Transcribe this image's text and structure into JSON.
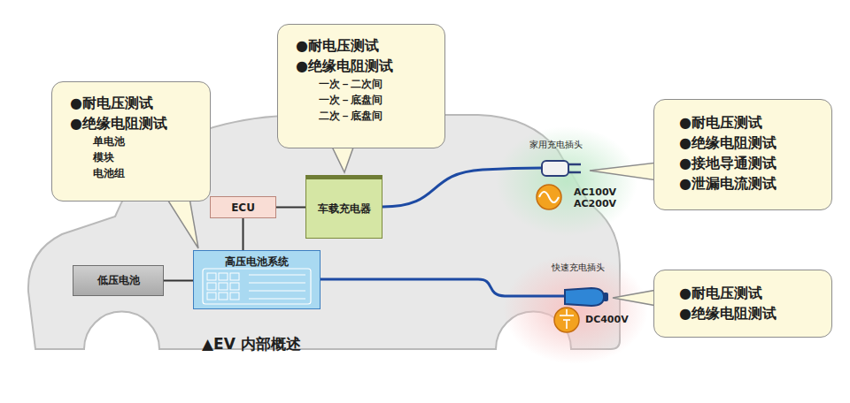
{
  "diagram": {
    "nodes": [
      {
        "text": [
          "●耐电压测试",
          "●绝缘电阻测试",
          "单电池",
          "模块",
          "电池组"
        ]
      },
      {
        "text": [
          "●耐电压测试",
          "●绝缘电阻测试",
          "一次－二次间",
          "一次－底盘间",
          "二次－底盘间"
        ]
      },
      {
        "text": [
          "●耐电压测试",
          "●绝缘电阻测试",
          "●接地导通测试",
          "●泄漏电流测试"
        ]
      },
      {
        "text": [
          "●耐电压测试",
          "●绝缘电阻测试"
        ]
      },
      {
        "text": [
          "ECU"
        ]
      },
      {
        "text": [
          "车载充电器"
        ]
      },
      {
        "text": [
          "高压电池系统"
        ]
      },
      {
        "text": [
          "低压电池"
        ]
      }
    ],
    "edges": [
      {
        "from": 4,
        "to": 5,
        "arrow": "none"
      },
      {
        "from": 4,
        "to": 6,
        "arrow": "none"
      },
      {
        "from": 7,
        "to": 6,
        "arrow": "none"
      }
    ],
    "labels": [
      "家用充电插头",
      "AC100V",
      "AC200V",
      "快速充电插头",
      "DC400V",
      "▲EV 内部概述"
    ]
  }
}
